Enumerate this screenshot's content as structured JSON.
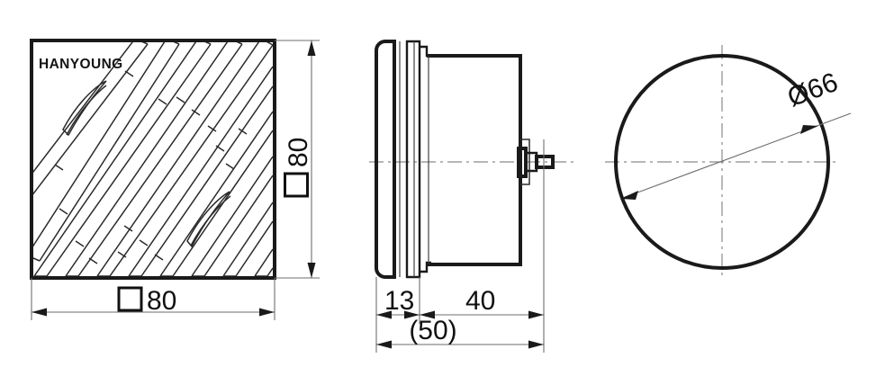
{
  "drawing": {
    "title": "HANYOUNG panel meter dimensional drawing",
    "brand_logo": "HANYOUNG",
    "line_color": "#1a1a1a",
    "dim_color": "#6e6e6e",
    "background": "#ffffff",
    "views": [
      {
        "id": "front-view",
        "name": "front-view",
        "label": "Front view (square bezel with diagonal band pattern)"
      },
      {
        "id": "side-view",
        "name": "side-view",
        "label": "Side view (bezel, body and rear terminal shaft)"
      },
      {
        "id": "panel-cutout-view",
        "name": "panel-cutout-view",
        "label": "Panel cut-out circle view"
      }
    ],
    "dimensions": {
      "front_width": {
        "value": "80",
        "symbol": "square",
        "name": "front-width-dimension"
      },
      "front_height": {
        "value": "80",
        "symbol": "square",
        "name": "front-height-dimension"
      },
      "bezel_depth": {
        "value": "13",
        "symbol": "none",
        "name": "bezel-depth-dimension"
      },
      "body_depth": {
        "value": "40",
        "symbol": "none",
        "name": "body-depth-dimension"
      },
      "overall_depth": {
        "value": "(50)",
        "symbol": "none",
        "name": "overall-depth-dimension"
      },
      "cutout_diameter": {
        "value": "66",
        "symbol": "diameter",
        "prefix": "Ø",
        "text": "Ø66",
        "name": "cutout-diameter-dimension"
      }
    }
  }
}
